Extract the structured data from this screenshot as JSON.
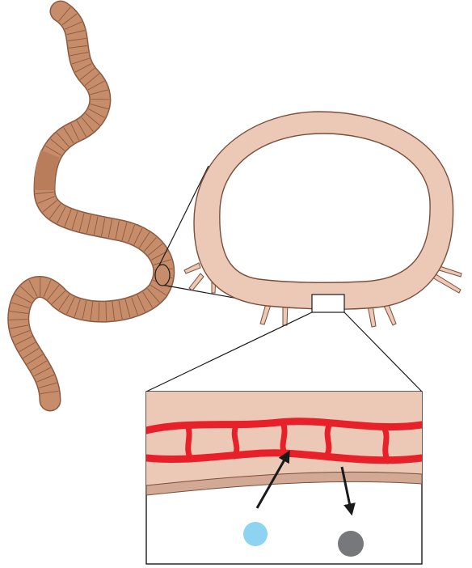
{
  "colors": {
    "worm_body": "#c78d6b",
    "worm_outline": "#8a5a40",
    "tissue": "#ecc9b7",
    "tissue_outline": "#7a4e3a",
    "blood_vessel": "#e8202a",
    "inner_layer": "#d2a995",
    "oxygen_dot": "#8fd3f3",
    "co2_dot": "#77787b",
    "line": "#1a1a1a",
    "background": "#ffffff"
  },
  "diagram": {
    "worm": "earthworm-illustration",
    "cross_section": "earthworm-cross-section",
    "zoom_inset": "skin-capillary-gas-exchange",
    "molecules": [
      "oxygen-molecule",
      "carbon-dioxide-molecule"
    ]
  }
}
